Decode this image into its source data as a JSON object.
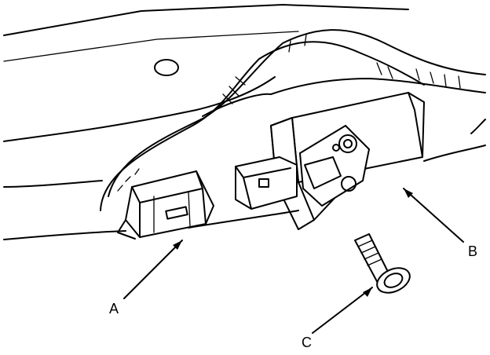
{
  "callouts": {
    "a": {
      "letter": "A"
    },
    "b": {
      "letter": "B"
    },
    "c": {
      "letter": "C"
    }
  },
  "colors": {
    "line": "#000000",
    "background": "#ffffff"
  }
}
